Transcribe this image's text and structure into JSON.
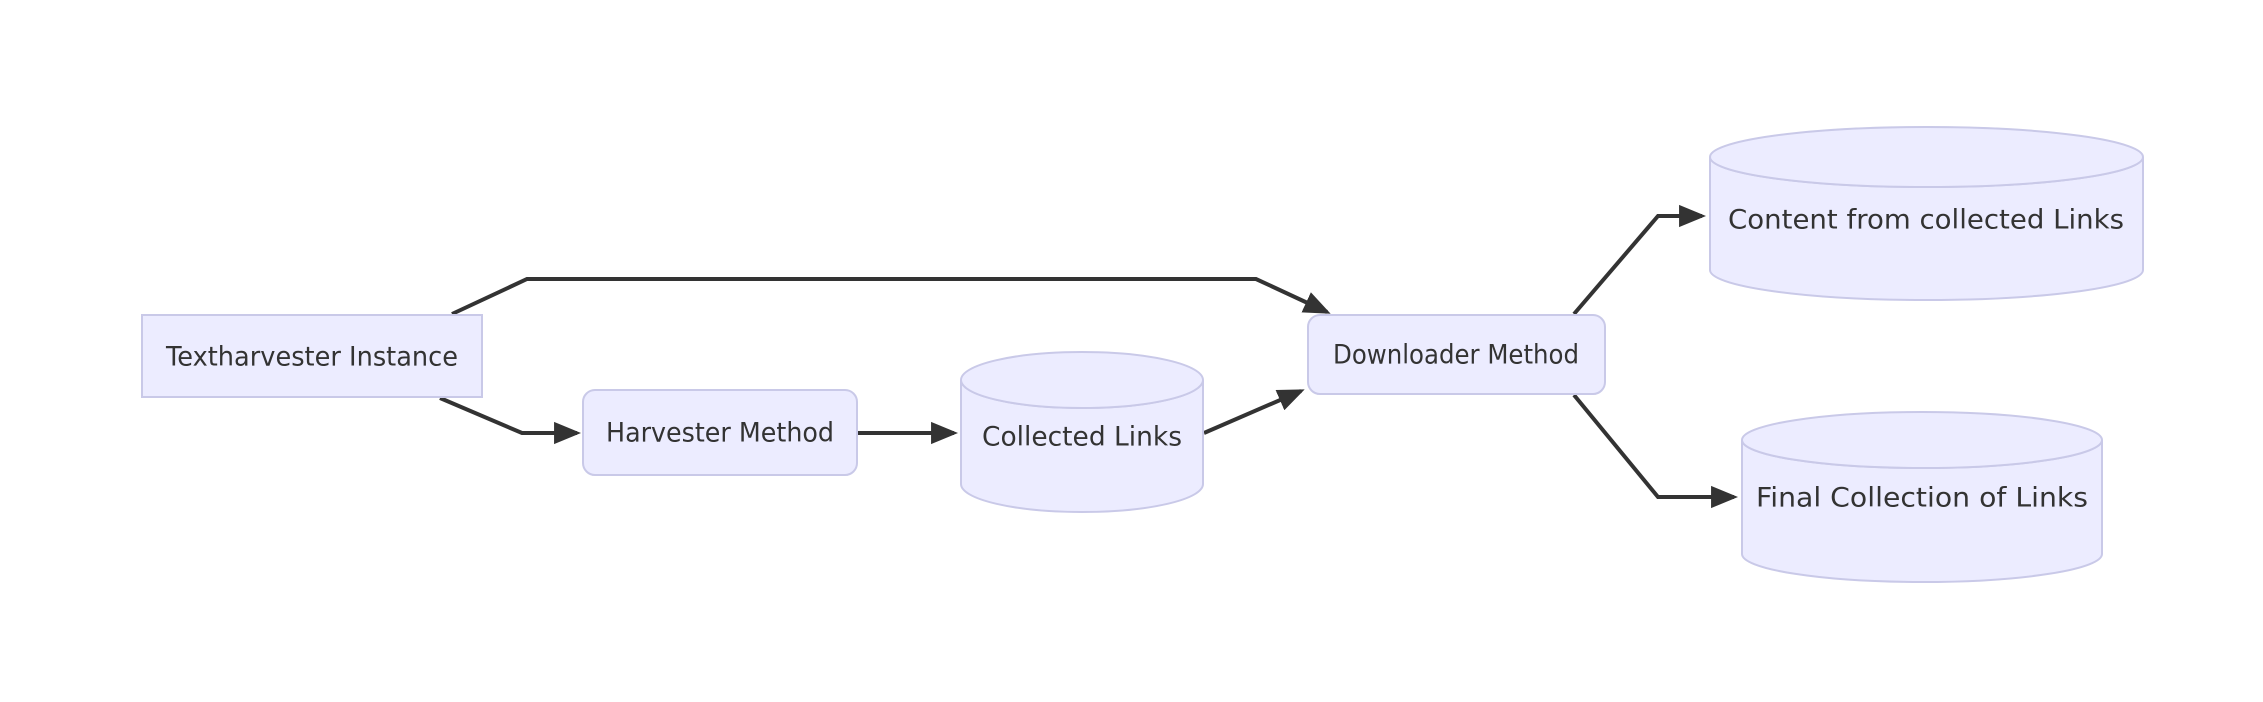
{
  "diagram": {
    "type": "flowchart",
    "direction": "left-to-right",
    "background_color": "#ffffff",
    "node_fill_color": "#ececff",
    "node_border_color": "#c9c9e8",
    "edge_color": "#333333",
    "text_color": "#333333",
    "nodes": [
      {
        "id": "textharvester-instance",
        "label": "Textharvester Instance",
        "shape": "rectangle"
      },
      {
        "id": "harvester-method",
        "label": "Harvester Method",
        "shape": "rounded-rectangle"
      },
      {
        "id": "collected-links",
        "label": "Collected Links",
        "shape": "cylinder"
      },
      {
        "id": "downloader-method",
        "label": "Downloader Method",
        "shape": "rounded-rectangle"
      },
      {
        "id": "content-from-collected-links",
        "label": "Content from collected Links",
        "shape": "cylinder"
      },
      {
        "id": "final-collection-of-links",
        "label": "Final Collection of Links",
        "shape": "cylinder"
      }
    ],
    "edges": [
      {
        "from": "Textharvester Instance",
        "to": "Downloader Method"
      },
      {
        "from": "Textharvester Instance",
        "to": "Harvester Method"
      },
      {
        "from": "Harvester Method",
        "to": "Collected Links"
      },
      {
        "from": "Collected Links",
        "to": "Downloader Method"
      },
      {
        "from": "Downloader Method",
        "to": "Content from collected Links"
      },
      {
        "from": "Downloader Method",
        "to": "Final Collection of Links"
      }
    ]
  }
}
